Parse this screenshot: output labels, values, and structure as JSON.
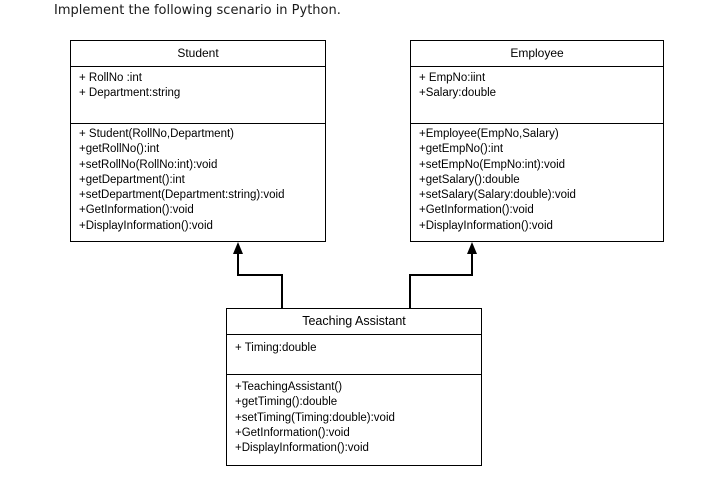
{
  "heading": "Implement the following scenario in Python.",
  "classes": {
    "student": {
      "name": "Student",
      "attributes": [
        "+ RollNo :int",
        "+ Department:string"
      ],
      "operations": [
        "+ Student(RollNo,Department)",
        "+getRollNo():int",
        "+setRollNo(RollNo:int):void",
        "+getDepartment():int",
        "+setDepartment(Department:string):void",
        "+GetInformation():void",
        "+DisplayInformation():void"
      ]
    },
    "employee": {
      "name": "Employee",
      "attributes": [
        "+ EmpNo:iint",
        "+Salary:double"
      ],
      "operations": [
        "+Employee(EmpNo,Salary)",
        "+getEmpNo():int",
        "+setEmpNo(EmpNo:int):void",
        "+getSalary():double",
        "+setSalary(Salary:double):void",
        "+GetInformation():void",
        "+DisplayInformation():void"
      ]
    },
    "teaching_assistant": {
      "name": "Teaching Assistant",
      "attributes": [
        "+ Timing:double"
      ],
      "operations": [
        "+TeachingAssistant()",
        "+getTiming():double",
        "+setTiming(Timing:double):void",
        "+GetInformation():void",
        "+DisplayInformation():void"
      ]
    }
  },
  "relations": [
    {
      "from": "teaching_assistant",
      "to": "student",
      "type": "inheritance"
    },
    {
      "from": "teaching_assistant",
      "to": "employee",
      "type": "inheritance"
    }
  ]
}
